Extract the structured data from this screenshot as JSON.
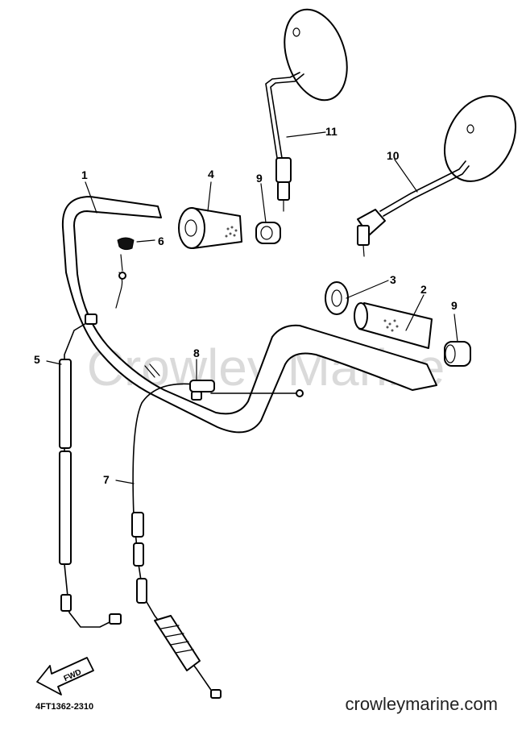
{
  "diagram": {
    "drawing_code": "4FT1362-2310",
    "watermark": "Crowley Marine",
    "website": "crowleymarine.com",
    "direction_marker": "FWD",
    "callouts": [
      {
        "id": "callout-1",
        "label": "1"
      },
      {
        "id": "callout-2",
        "label": "2"
      },
      {
        "id": "callout-3",
        "label": "3"
      },
      {
        "id": "callout-4",
        "label": "4"
      },
      {
        "id": "callout-5",
        "label": "5"
      },
      {
        "id": "callout-6",
        "label": "6"
      },
      {
        "id": "callout-7",
        "label": "7"
      },
      {
        "id": "callout-8",
        "label": "8"
      },
      {
        "id": "callout-9a",
        "label": "9"
      },
      {
        "id": "callout-9b",
        "label": "9"
      },
      {
        "id": "callout-10",
        "label": "10"
      },
      {
        "id": "callout-11",
        "label": "11"
      }
    ]
  }
}
